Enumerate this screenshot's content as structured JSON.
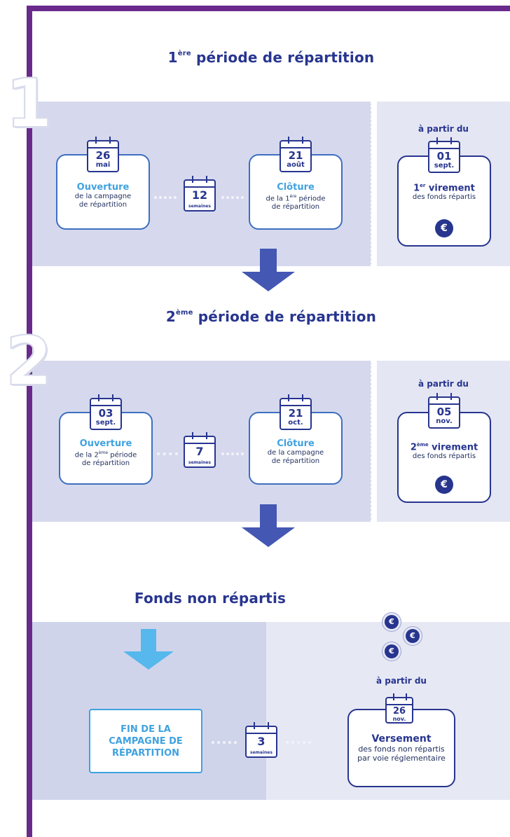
{
  "colors": {
    "frame": "#6a2a8c",
    "navy": "#27358f",
    "sky": "#3fa2e0",
    "band": "#d6d9ed",
    "band_light": "#e4e6f3",
    "arrow_navy": "#4357b3",
    "arrow_sky": "#56b8ec"
  },
  "period1": {
    "number": "1",
    "title_num": "1",
    "title_sup": "ère",
    "title_rest": " période de répartition",
    "opening": {
      "day": "26",
      "month": "mai",
      "title": "Ouverture",
      "sub_line1": "de la campagne",
      "sub_line2": "de répartition"
    },
    "duration": {
      "value": "12",
      "unit": "semaines"
    },
    "closing": {
      "day": "21",
      "month": "août",
      "title": "Clôture",
      "sub_line1_pre": "de la 1",
      "sub_line1_sup": "ère",
      "sub_line1_post": " période",
      "sub_line2": "de répartition"
    },
    "payment": {
      "label": "à partir du",
      "day": "01",
      "month": "sept.",
      "title_num": "1",
      "title_sup": "er",
      "title_rest": " virement",
      "sub": "des fonds répartis",
      "icon": "euro-coin-icon",
      "symbol": "€"
    }
  },
  "period2": {
    "number": "2",
    "title_num": "2",
    "title_sup": "ème",
    "title_rest": " période de répartition",
    "opening": {
      "day": "03",
      "month": "sept.",
      "title": "Ouverture",
      "sub_line1_pre": "de la 2",
      "sub_line1_sup": "ème",
      "sub_line1_post": " période",
      "sub_line2": "de répartition"
    },
    "duration": {
      "value": "7",
      "unit": "semaines"
    },
    "closing": {
      "day": "21",
      "month": "oct.",
      "title": "Clôture",
      "sub_line1": "de la campagne",
      "sub_line2": "de répartition"
    },
    "payment": {
      "label": "à partir du",
      "day": "05",
      "month": "nov.",
      "title_num": "2",
      "title_sup": "ème",
      "title_rest": " virement",
      "sub": "des fonds répartis",
      "icon": "euro-coin-icon",
      "symbol": "€"
    }
  },
  "unallocated": {
    "title": "Fonds non répartis",
    "end_line1": "FIN DE LA",
    "end_line2": "CAMPAGNE DE",
    "end_line3": "RÉPARTITION",
    "duration": {
      "value": "3",
      "unit": "semaines"
    },
    "payment": {
      "label": "à partir du",
      "day": "26",
      "month": "nov.",
      "title": "Versement",
      "sub_line1": "des fonds non répartis",
      "sub_line2": "par voie réglementaire",
      "coins": [
        "€",
        "€",
        "€"
      ]
    }
  }
}
